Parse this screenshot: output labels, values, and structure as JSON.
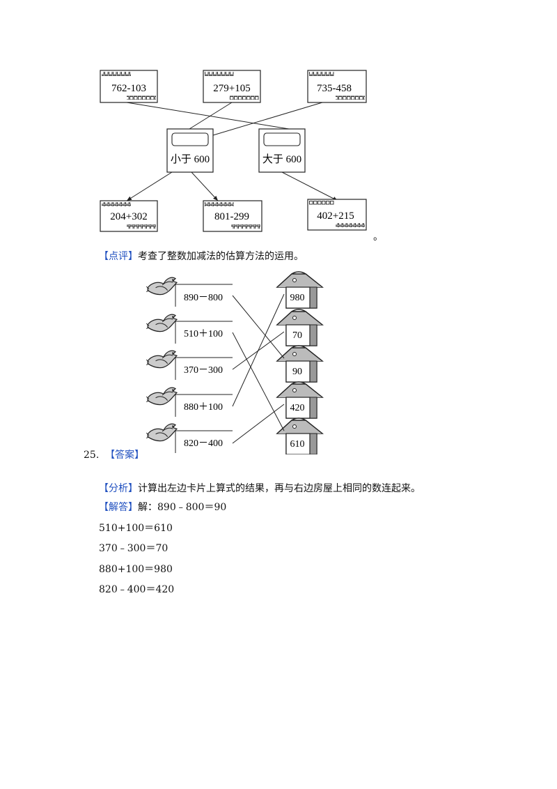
{
  "diagram1": {
    "top_boxes": [
      "762-103",
      "279+105",
      "735-458"
    ],
    "middle_boxes": [
      "小于 600",
      "大于 600"
    ],
    "bottom_boxes": [
      "204+302",
      "801-299",
      "402+215"
    ],
    "end_mark": "。"
  },
  "comment": {
    "tag": "【点评】",
    "text": "考查了整数加减法的估算方法的运用。"
  },
  "diagram2": {
    "cards": [
      "890－800",
      "510＋100",
      "370－300",
      "880＋100",
      "820－400"
    ],
    "houses": [
      "980",
      "70",
      "90",
      "420",
      "610"
    ]
  },
  "question": {
    "number": "25.",
    "answer_tag": "【答案】"
  },
  "analysis": {
    "tag": "【分析】",
    "text": "计算出左边卡片上算式的结果，再与右边房屋上相同的数连起来。"
  },
  "solution": {
    "tag": "【解答】",
    "lines": [
      "解：890﹣800＝90",
      "510+100＝610",
      "370﹣300＝70",
      "880+100＝980",
      "820﹣400＝420"
    ]
  }
}
